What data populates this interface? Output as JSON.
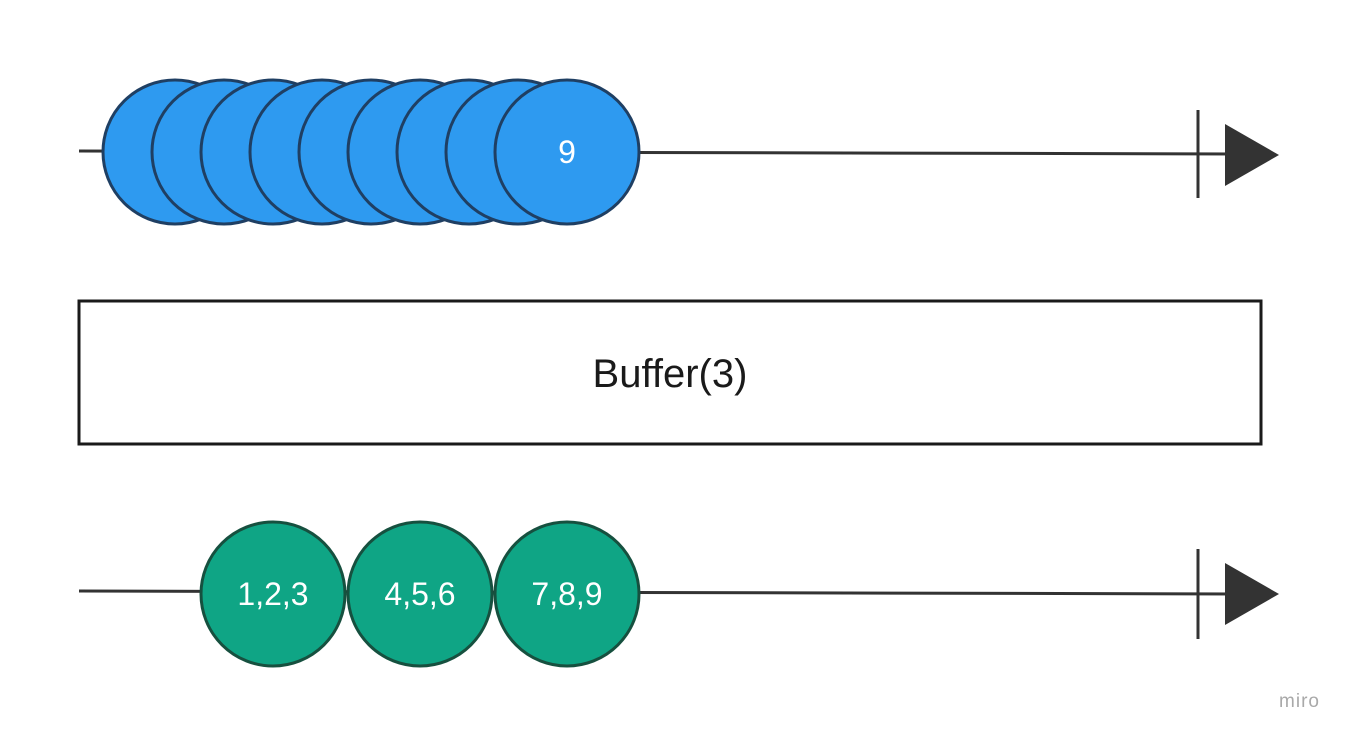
{
  "input_stream": {
    "marbles": [
      "",
      "",
      "",
      "",
      "",
      "",
      "",
      "",
      "9"
    ],
    "fill_color": "#2e9af0",
    "stroke_color": "#1f3f63"
  },
  "operator": {
    "label": "Buffer(3)"
  },
  "output_stream": {
    "marbles": [
      "1,2,3",
      "4,5,6",
      "7,8,9"
    ],
    "fill_color": "#0fa585",
    "stroke_color": "#16503f"
  },
  "line_color": "#333333",
  "watermark": "miro"
}
